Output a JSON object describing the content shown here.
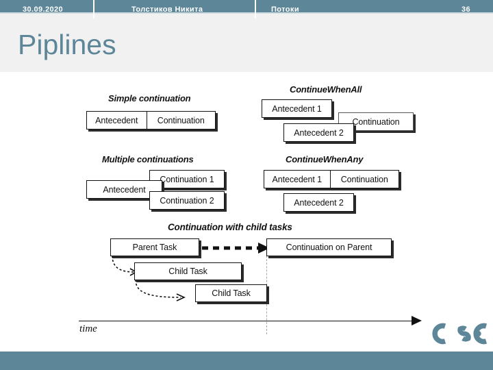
{
  "slide": {
    "title": "Piplines",
    "accent_color": "#5d8799",
    "title_band_color": "#f1f1f2"
  },
  "diagram": {
    "sections": [
      {
        "key": "simple_continuation",
        "title": "Simple continuation",
        "boxes": [
          "Antecedent",
          "Continuation"
        ]
      },
      {
        "key": "continue_when_all",
        "title": "ContinueWhenAll",
        "boxes": [
          "Antecedent 1",
          "Antecedent 2",
          "Continuation"
        ]
      },
      {
        "key": "multiple_continuations",
        "title": "Multiple continuations",
        "boxes": [
          "Antecedent",
          "Continuation 1",
          "Continuation 2"
        ]
      },
      {
        "key": "continue_when_any",
        "title": "ContinueWhenAny",
        "boxes": [
          "Antecedent 1",
          "Continuation",
          "Antecedent 2"
        ]
      },
      {
        "key": "continuation_with_child_tasks",
        "title": "Continuation with child tasks",
        "boxes": [
          "Parent Task",
          "Child Task",
          "Child Task",
          "Continuation on Parent"
        ]
      }
    ],
    "labels": {
      "simple_title": "Simple continuation",
      "simple_antecedent": "Antecedent",
      "simple_continuation": "Continuation",
      "all_title": "ContinueWhenAll",
      "all_antecedent1": "Antecedent 1",
      "all_antecedent2": "Antecedent 2",
      "all_continuation": "Continuation",
      "multi_title": "Multiple continuations",
      "multi_antecedent": "Antecedent",
      "multi_continuation1": "Continuation 1",
      "multi_continuation2": "Continuation 2",
      "any_title": "ContinueWhenAny",
      "any_antecedent1": "Antecedent 1",
      "any_continuation": "Continuation",
      "any_antecedent2": "Antecedent 2",
      "child_title": "Continuation with child tasks",
      "child_parent_task": "Parent Task",
      "child_task_1": "Child Task",
      "child_task_2": "Child Task",
      "child_continuation": "Continuation on Parent",
      "time_axis": "time"
    }
  },
  "footer": {
    "date": "30.09.2020",
    "author": "Толстиков Никита",
    "topic": "Потоки",
    "page_number": "36",
    "background_color": "#5d8799"
  },
  "logo": {
    "name": "csc-logo",
    "text": "csc",
    "color": "#5d8799"
  }
}
